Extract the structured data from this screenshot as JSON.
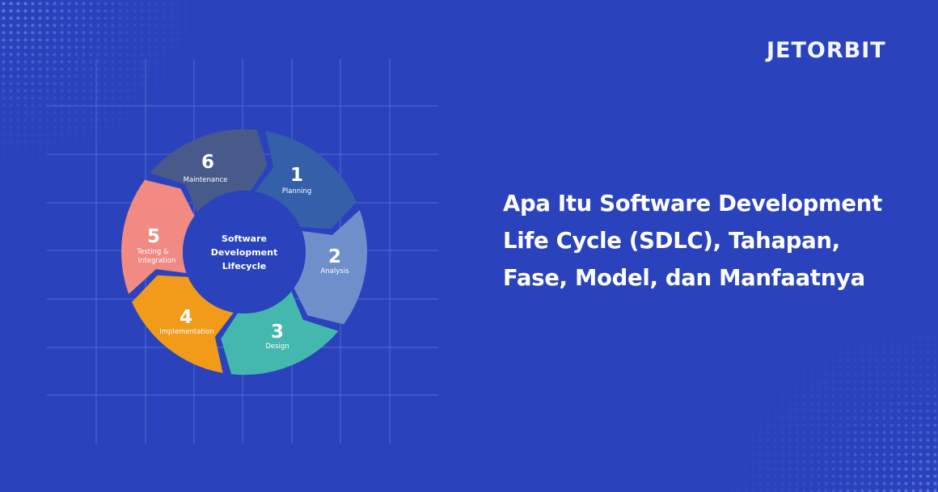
{
  "brand": {
    "logo_text": "JETORBIT"
  },
  "headline": {
    "lines": [
      "Apa Itu Software Development",
      "Life Cycle (SDLC), Tahapan,",
      "Fase, Model, dan Manfaatnya"
    ]
  },
  "diagram": {
    "center": {
      "lines": [
        "Software",
        "Development",
        "Lifecycle"
      ]
    },
    "stages": [
      {
        "number": "1",
        "label": "Planning",
        "color": "#3360a9"
      },
      {
        "number": "2",
        "label": "Analysis",
        "color": "#6f8fcb"
      },
      {
        "number": "3",
        "label": "Design",
        "color": "#44b8ae"
      },
      {
        "number": "4",
        "label": "Implementation",
        "color": "#f29a1a"
      },
      {
        "number": "5",
        "label": "Testing &",
        "label2": "Integration",
        "color": "#f08a82"
      },
      {
        "number": "6",
        "label": "Maintenance",
        "color": "#485a8a"
      }
    ]
  },
  "colors": {
    "background": "#2a43bc",
    "center_fill": "#2a43bc",
    "grid_line": "#5a72d4"
  }
}
